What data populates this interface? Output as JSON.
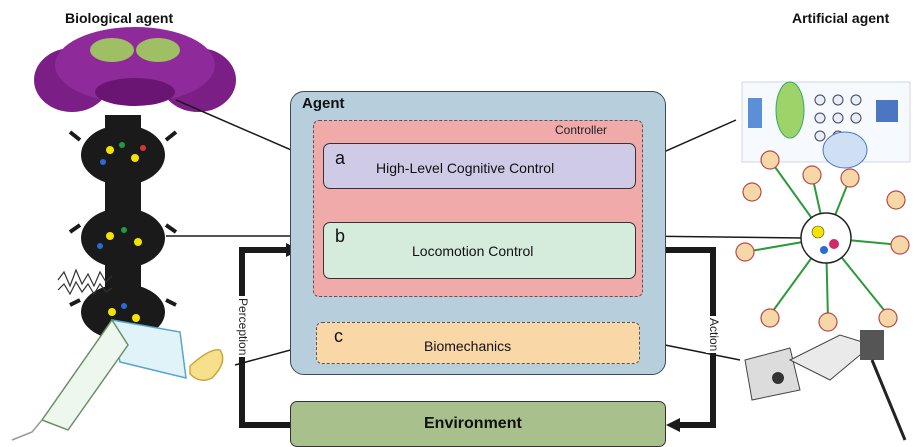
{
  "headers": {
    "biological": "Biological agent",
    "artificial": "Artificial agent"
  },
  "agent": {
    "label": "Agent",
    "controller_label": "Controller",
    "high_level": {
      "letter": "a",
      "label": "High-Level Cognitive Control"
    },
    "locomotion": {
      "letter": "b",
      "label": "Locomotion Control"
    },
    "biomechanics": {
      "letter": "c",
      "label": "Biomechanics"
    }
  },
  "environment": {
    "label": "Environment"
  },
  "loop": {
    "perception": "Perception",
    "action": "Action"
  },
  "colors": {
    "agent_bg": "#b7cedd",
    "controller_bg": "#efaaa9",
    "high_level_bg": "#cfcae6",
    "locomotion_bg": "#d5ebdc",
    "biomechanics_bg": "#fad7a7",
    "environment_bg": "#a8c08c",
    "brain": "#7b1f86",
    "arrow_gray": "#8f8f8f"
  }
}
